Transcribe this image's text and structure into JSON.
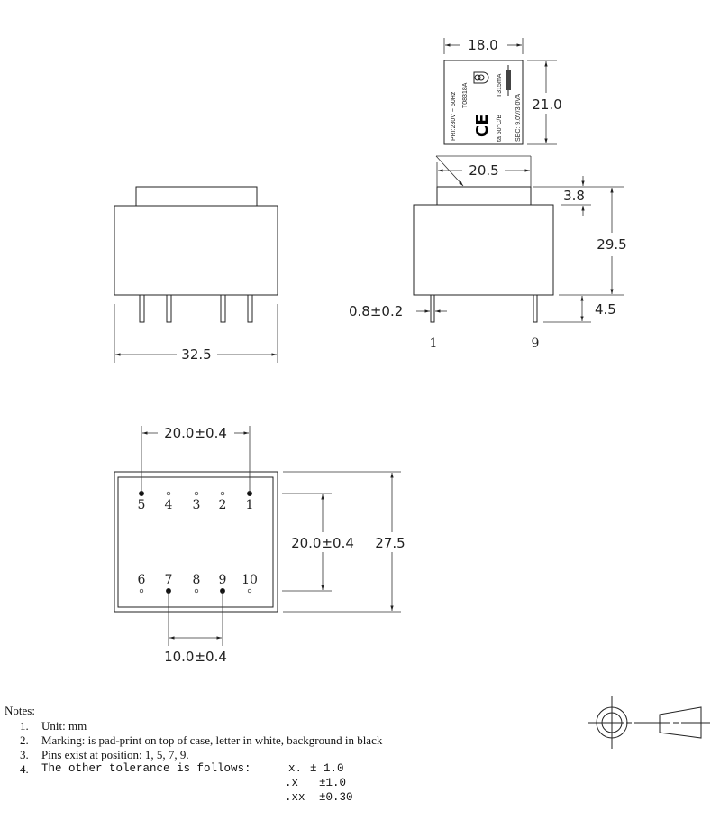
{
  "marking": {
    "line1": "PRI:230V ~ 50Hz",
    "line2": "T08318A",
    "line3": "ta 50°C/B",
    "line4": "T315mA",
    "line5": "SEC: 9.0V/3.0VA",
    "ce_logo": "CE"
  },
  "dimensions": {
    "top_width": "18.0",
    "top_height": "21.0",
    "cap_width": "20.5",
    "cap_height": "3.8",
    "body_height": "29.5",
    "pin_length": "4.5",
    "pin_width": "0.8±0.2",
    "total_width": "32.5",
    "pin_row_spacing": "20.0±0.4",
    "row_gap": "20.0±0.4",
    "depth": "27.5",
    "pin_pitch": "10.0±0.4"
  },
  "side_pins": [
    "1",
    "9"
  ],
  "bottom_pins": {
    "top_row": [
      {
        "label": "5",
        "present": true
      },
      {
        "label": "4",
        "present": false
      },
      {
        "label": "3",
        "present": false
      },
      {
        "label": "2",
        "present": false
      },
      {
        "label": "1",
        "present": true
      }
    ],
    "bottom_row": [
      {
        "label": "6",
        "present": false
      },
      {
        "label": "7",
        "present": true
      },
      {
        "label": "8",
        "present": false
      },
      {
        "label": "9",
        "present": true
      },
      {
        "label": "10",
        "present": false
      }
    ]
  },
  "notes": {
    "title": "Notes:",
    "items": [
      {
        "num": "1.",
        "text": "Unit: mm"
      },
      {
        "num": "2.",
        "text": "Marking: is pad-print on top of case, letter in white, background in black"
      },
      {
        "num": "3.",
        "text": "Pins exist at position: 1, 5, 7, 9."
      },
      {
        "num": "4.",
        "text": "The other tolerance is follows:"
      }
    ],
    "tolerances": [
      {
        "key": "x.",
        "value": "± 1.0"
      },
      {
        "key": ".x",
        "value": "±1.0"
      },
      {
        "key": ".xx",
        "value": "±0.30"
      }
    ]
  }
}
